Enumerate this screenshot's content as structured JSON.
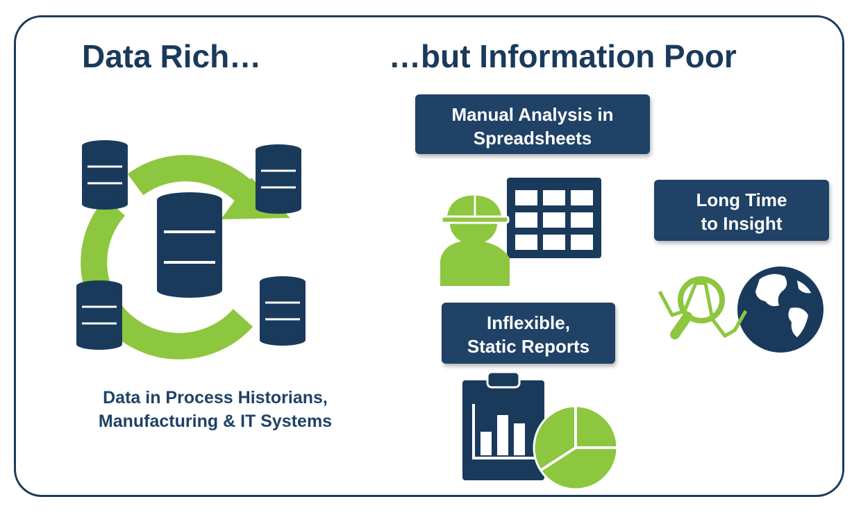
{
  "left_heading": "Data Rich…",
  "right_heading": "…but Information Poor",
  "left_caption": {
    "line1": "Data in Process Historians,",
    "line2": "Manufacturing & IT Systems"
  },
  "boxes": {
    "manual_analysis": {
      "line1": "Manual Analysis in",
      "line2": "Spreadsheets"
    },
    "long_time": {
      "line1": "Long Time",
      "line2": "to Insight"
    },
    "inflexible": {
      "line1": "Inflexible,",
      "line2": "Static Reports"
    }
  },
  "colors": {
    "navy": "#1a3a5c",
    "box_navy": "#1f4266",
    "green": "#8dc63f"
  },
  "icons": [
    "database-cycle-icon",
    "worker-icon",
    "spreadsheet-grid-icon",
    "magnifier-chart-icon",
    "globe-icon",
    "clipboard-bar-chart-icon",
    "pie-chart-icon"
  ]
}
